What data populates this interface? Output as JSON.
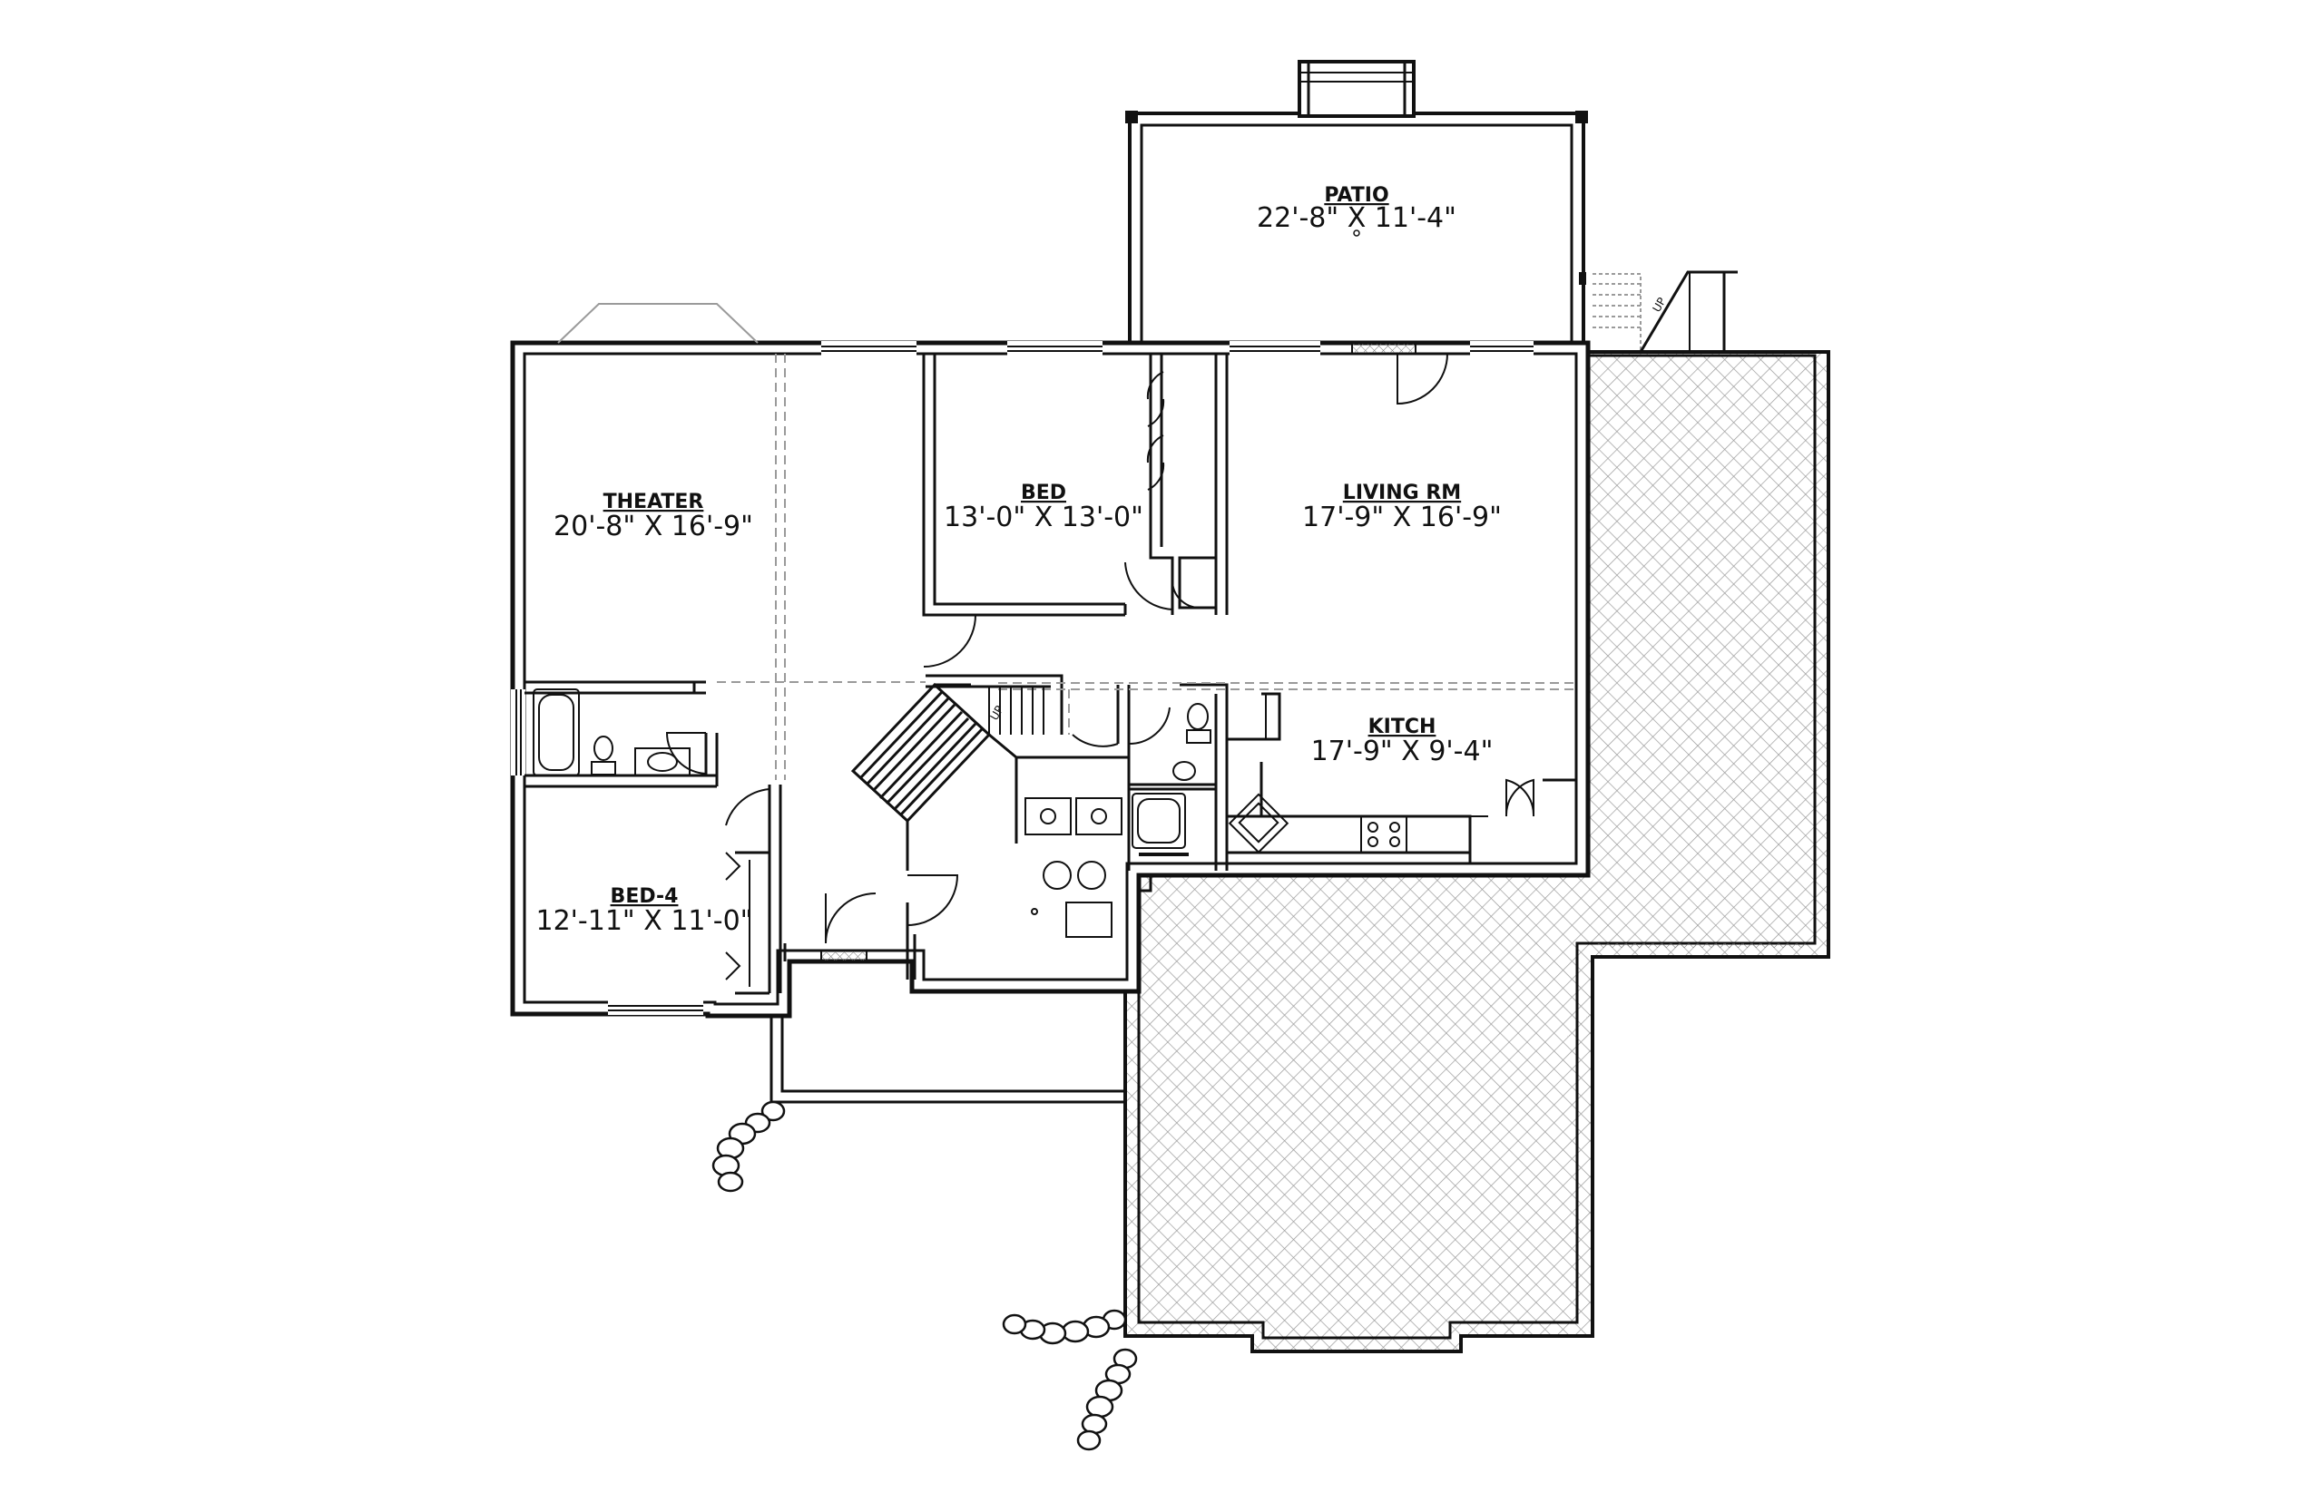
{
  "rooms": {
    "patio": {
      "name": "PATIO",
      "dims": "22'-8\" X 11'-4\""
    },
    "theater": {
      "name": "THEATER",
      "dims": "20'-8\" X 16'-9\""
    },
    "bed": {
      "name": "BED",
      "dims": "13'-0\" X 13'-0\""
    },
    "living": {
      "name": "LIVING RM",
      "dims": "17'-9\" X 16'-9\""
    },
    "kitch": {
      "name": "KITCH",
      "dims": "17'-9\" X 9'-4\""
    },
    "bed4": {
      "name": "BED-4",
      "dims": "12'-11\" X 11'-0\""
    }
  },
  "colors": {
    "wall": "#111111",
    "hatch": "#8c8c8c",
    "dashed": "#9a9a9a"
  }
}
